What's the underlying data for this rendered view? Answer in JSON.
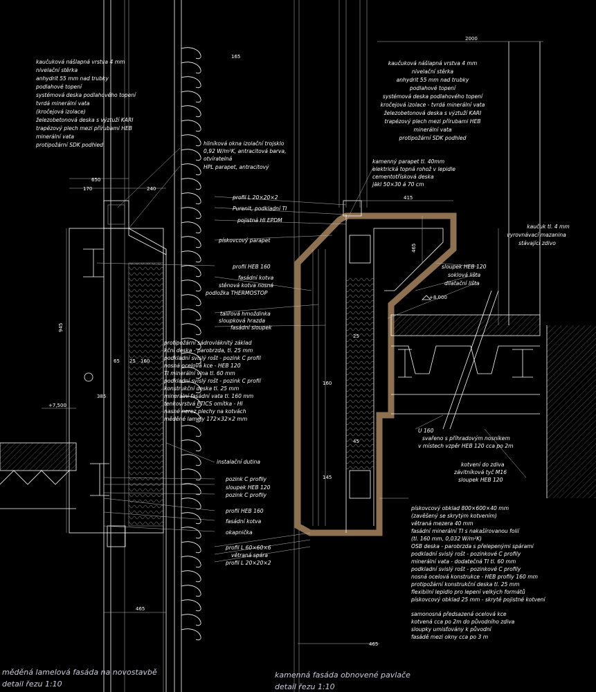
{
  "left_notes": [
    "kaučuková nášlapná vrstva 4 mm",
    "nivelační stěrka",
    "anhydrit 55 mm nad trubky",
    "podlahové topení",
    "systémová deska podlahového topení",
    "tvrdá minerální vata",
    "(kročejová izolace)",
    "železobetonová deska s výztuží KARI",
    "trapézový plech mezi přírubami HEB",
    "minerální vata",
    "protipožární SDK podhled"
  ],
  "right_notes": [
    "kaučuková nášlapná vrstva 4 mm",
    "nivelační stěrka",
    "anhydrit 55 mm nad trubky",
    "podlahové topení",
    "systémová deska podlahového topení",
    "kročejová izolace - tvrdá minerální vata",
    "železobetonová deska s výztuží KARI",
    "trapézový plech mezi přírubami HEB",
    "minerální vata",
    "protipožární SDK podhled"
  ],
  "window_notes": [
    "hliníková okna izolační trojsklo",
    "0,92 W/m²K, antracitová barva,",
    "otvíratelná",
    "HPL parapet, antracitový"
  ],
  "stone_notes": [
    "kamenný parapet tl. 40mm",
    "elektrická topná rohož v lepidle",
    "cementotřísková deska",
    "jäkl 50×30 á 70 cm"
  ],
  "center_labels": [
    "profil L 20×20×2",
    "Purenit, podkladní TI",
    "pojistná HI EPDM",
    "pískovcový parapet",
    "profil HEB 160",
    "fasádní kotva",
    "stěnová kotva nosná",
    "podložka THERMOSTOP",
    "talířová hmoždinka",
    "sloupková hrazda",
    "fasádní sloupek"
  ],
  "layer_notes": [
    "protipožární sádrovláknitý základ",
    "kční deska - parobrzda, tl. 25 mm",
    "podkladní svislý rošt - pozink C profil",
    "nosná ocelová kce - HEB 120",
    "TI minerální vlna tl. 60 mm",
    "podkladní svislý rošt - pozink C profil",
    "konstrukční deska tl. 25 mm",
    "minerální fasádní vata tl. 160 mm",
    "tenkovrstvá ETICS omítka - HI",
    "nasné nerez plechy na kotvách",
    "měděné lamely 172×32×2 mm"
  ],
  "lower_labels": [
    "instalační dutina",
    "pozink C profily",
    "sloupek HEB 120",
    "pozink C profily",
    "profil HEB 160",
    "fasádní kotva",
    "okapnička",
    "profil L 60×60×6",
    "větraná spára",
    "profil L 20×20×2"
  ],
  "right_labels": [
    "kaučuk tl. 4 mm",
    "vyrovnávací mazanina",
    "stávající zdivo",
    "sloupek HEB 120",
    "soklová lišta",
    "dilatační lišta",
    "U 160",
    "svařeno s příhradovým nosníkem",
    "v místech vzpěr HEB 120 cca po 2m",
    "kotvení do zdiva",
    "závitníková tyč M16",
    "sloupek HEB 120"
  ],
  "bottom_right_notes": [
    "pískovcový obklad 800×600×40 mm",
    "(zavěšený se skrytým kotvením)",
    "větraná mezera 40 mm",
    "fasádní minerální TI s nakašírovanou folií",
    "(tl. 160 mm, 0,032 W/m²K)",
    "OSB deska - parobrzda s přelepenými spárami",
    "podkladní svislý rošt - pozinkové C profily",
    "minerální vata - dodatečná TI tl. 60 mm",
    "podkladní svislý rošt - pozinkové C profily",
    "nosná ocelová konstrukce - HEB profily 160 mm",
    "protipožární konstrukční deska tl. 25 mm",
    "flexibilní lepidlo pro lepení velkých formátů",
    "pískovcový obklad 25 mm - skryté pojistné kotvení"
  ],
  "steel_notes": [
    "samonosná předsazená ocelová kce",
    "kotvená cca po 2m do původního zdiva",
    "sloupky umisťovány k původní",
    "fasádě mezi okny cca po 3 m"
  ],
  "dimensions": {
    "d2000": "2000",
    "d415": "415",
    "d465_top": "465",
    "d650": "650",
    "d170": "170",
    "d240": "240",
    "d945": "945",
    "d65": "65",
    "d25": "25",
    "d160": "160",
    "d385": "385",
    "d465_bottom": "465",
    "d465_center": "465",
    "d145": "145",
    "d160_center": "160",
    "d45": "45",
    "d25_center": "25",
    "d165": "165",
    "lvl_8000": "+8,000",
    "lvl_7500": "+7,500"
  },
  "captions": {
    "left_title": "měděná lamelová fasáda na novostavbě",
    "left_sub": "detail řezu 1:10",
    "right_title": "kamenná fasáda obnovené pavlače",
    "right_sub": "detail řezu 1:10"
  },
  "colors": {
    "background": "#000000",
    "lines": "#ffffff",
    "stone_cladding": "#8e7150",
    "caption": "#ccccdd"
  }
}
